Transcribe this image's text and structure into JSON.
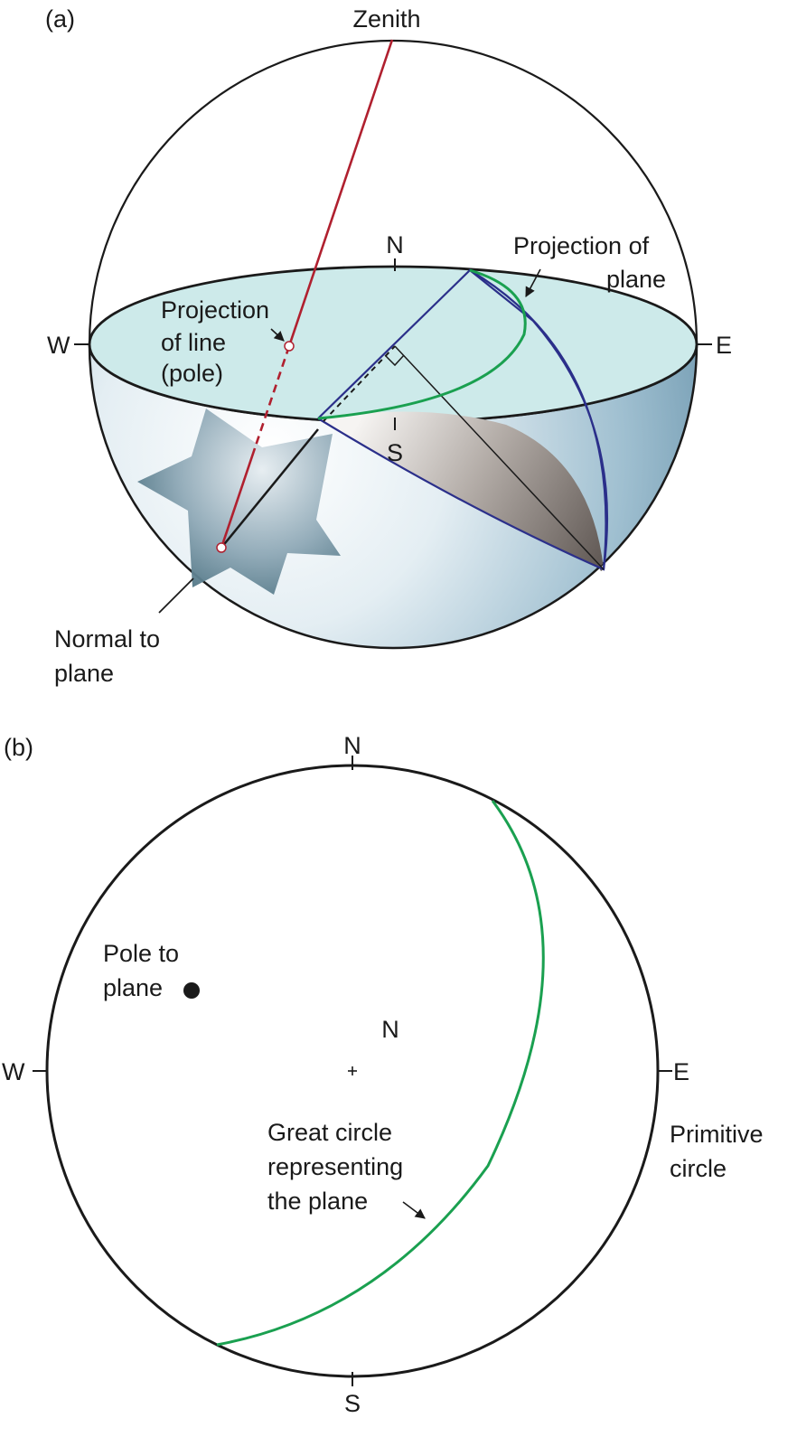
{
  "panel_a": {
    "label": "(a)",
    "zenith_label": "Zenith",
    "compass": {
      "north": "N",
      "south": "S",
      "west": "W",
      "east": "E"
    },
    "projection_of_plane": {
      "line1": "Projection of",
      "line2": "plane"
    },
    "projection_of_line": {
      "line1": "Projection",
      "line2": "of line",
      "line3": "(pole)"
    },
    "normal_to_plane": {
      "line1": "Normal to",
      "line2": "plane"
    }
  },
  "panel_b": {
    "label": "(b)",
    "compass": {
      "north": "N",
      "south": "S",
      "west": "W",
      "east": "E"
    },
    "center_label": "N",
    "pole_to_plane": {
      "line1": "Pole to",
      "line2": "plane"
    },
    "great_circle": {
      "line1": "Great circle",
      "line2": "representing",
      "line3": "the plane"
    },
    "primitive_circle": {
      "line1": "Primitive",
      "line2": "circle"
    }
  },
  "colors": {
    "zenith_line": "#b0202f",
    "great_circle": "#1aa050",
    "plane_outline": "#2b2f8a",
    "equatorial_plane": "#cdeaea",
    "lower_hemisphere": "#6f9bb3"
  }
}
